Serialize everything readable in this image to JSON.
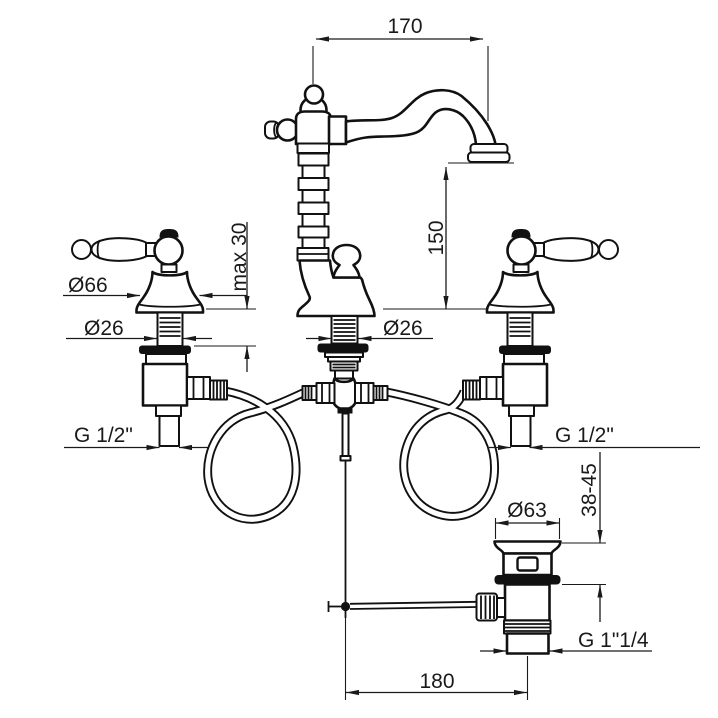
{
  "drawing": {
    "type": "technical-installation-diagram",
    "subject": "three-hole basin mixer tap with pop-up waste",
    "background_color": "#ffffff",
    "line_color": "#111111",
    "dimensions": {
      "spout_reach": {
        "label": "170"
      },
      "spout_height": {
        "label": "150"
      },
      "deck_thickness_max": {
        "label": "max 30"
      },
      "handle_base_diameter": {
        "label": "Ø66"
      },
      "handle_shank_diameter": {
        "label": "Ø26"
      },
      "spout_shank_diameter": {
        "label": "Ø26"
      },
      "inlet_thread_left": {
        "label": "G 1/2\""
      },
      "inlet_thread_right": {
        "label": "G 1/2\""
      },
      "waste_flange_diameter": {
        "label": "Ø63"
      },
      "waste_deck_range": {
        "label": "38-45"
      },
      "waste_thread": {
        "label": "G 1\"1/4"
      },
      "waste_horizontal_offset": {
        "label": "180"
      }
    }
  }
}
